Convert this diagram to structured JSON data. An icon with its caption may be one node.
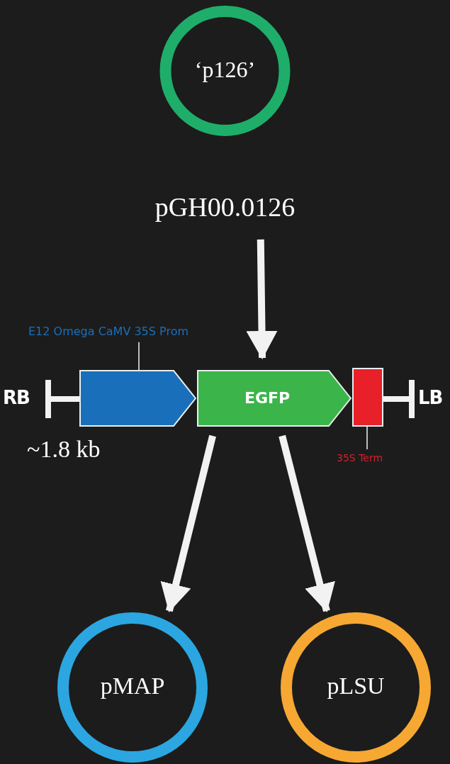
{
  "diagram": {
    "nodes": [
      {
        "text": [
          "‘p126’"
        ],
        "beside": [
          "pGH00.0126"
        ]
      },
      {
        "text": [],
        "shape": "bar"
      },
      {
        "text": [],
        "shape": "arrow",
        "in": 1
      },
      {
        "text": [
          "EGFP"
        ],
        "in": 1
      },
      {
        "text": [],
        "shape": "box",
        "in": 1
      },
      {
        "text": [
          "E12 Omega CaMV 35S Prom"
        ]
      },
      {
        "text": [
          "35S Term"
        ]
      },
      {
        "text": [
          "pMAP"
        ]
      },
      {
        "text": [
          "pLSU"
        ]
      }
    ],
    "edges": [
      {
        "from": 0,
        "to": 1,
        "arrow": "to"
      },
      {
        "from": 5,
        "to": 2,
        "arrow": "none"
      },
      {
        "from": 6,
        "to": 4,
        "arrow": "none"
      },
      {
        "from": 1,
        "to": 7,
        "arrow": "to"
      },
      {
        "from": 1,
        "to": 8,
        "arrow": "to"
      }
    ],
    "labels": [
      "RB",
      "LB",
      "~1.8 kb"
    ]
  }
}
